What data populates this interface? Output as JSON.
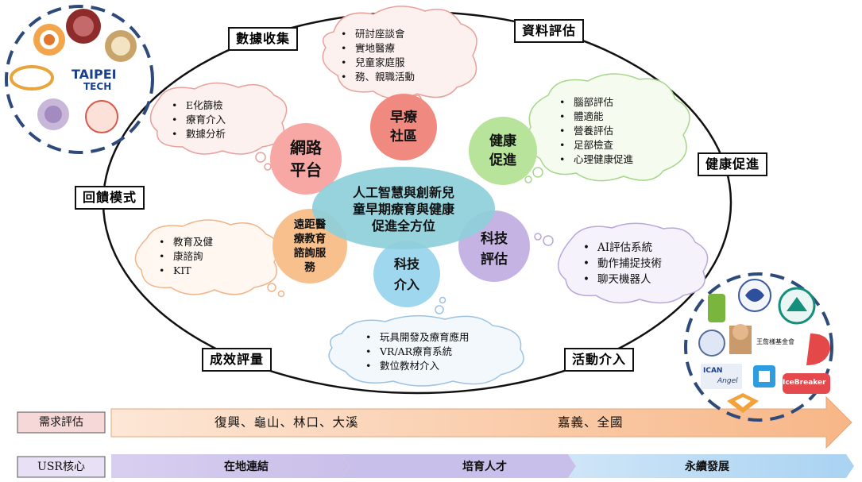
{
  "center": {
    "line1": "人工智慧與創新兒",
    "line2": "童早期療育與健康",
    "line3": "促進全方位"
  },
  "corner_labels": {
    "data_collection": "數據收集",
    "data_assessment": "資料評估",
    "health_promotion": "健康促進",
    "feedback_model": "回饋模式",
    "outcome_measure": "成效評量",
    "activity_intervention": "活動介入"
  },
  "petals": {
    "early_community_1": "早療",
    "early_community_2": "社區",
    "health_1": "健康",
    "health_2": "促進",
    "network_1": "網路",
    "network_2": "平台",
    "tech_assess_1": "科技",
    "tech_assess_2": "評估",
    "tech_intervene_1": "科技",
    "tech_intervene_2": "介入",
    "remote_1": "遠距醫",
    "remote_2": "療教育",
    "remote_3": "諮詢服",
    "remote_4": "務"
  },
  "bubbles": {
    "top": [
      "研討座談會",
      "實地醫療",
      "兒童家庭服",
      "務、親職活動"
    ],
    "left_top": [
      "E化篩檢",
      "療育介入",
      "數據分析"
    ],
    "right_top": [
      "腦部評估",
      "體適能",
      "營養評估",
      "足部檢查",
      "心理健康促進"
    ],
    "left_bottom": [
      "教育及健",
      "康諮詢",
      "KIT"
    ],
    "right_bottom": [
      "AI評估系統",
      "動作捕捉技術",
      "聊天機器人"
    ],
    "bottom": [
      "玩具開發及療育應用",
      "VR/AR療育系統",
      "數位教材介入"
    ]
  },
  "arrows": {
    "needs_label": "需求評估",
    "needs_text_1": "復興、龜山、林口、大溪",
    "needs_text_2": "嘉義、全國",
    "usr_label": "USR核心",
    "stage_1": "在地連結",
    "stage_2": "培育人才",
    "stage_3": "永續發展"
  },
  "logos": {
    "taipei": "TAIPEI",
    "tech": "TECH",
    "icebreaker": "IceBreaker",
    "ican": "ICAN",
    "angel": "Angel",
    "foundation": "王詹樣基金會"
  },
  "colors": {
    "petal_top": "#f08a80",
    "petal_left": "#f7a8a4",
    "petal_green": "#b7e39a",
    "petal_purple": "#c5b4e3",
    "petal_orange": "#f7c08d",
    "petal_cyan": "#9fd8ee",
    "center": "#8ecfda",
    "ring_dash": "#2d4a7a"
  }
}
